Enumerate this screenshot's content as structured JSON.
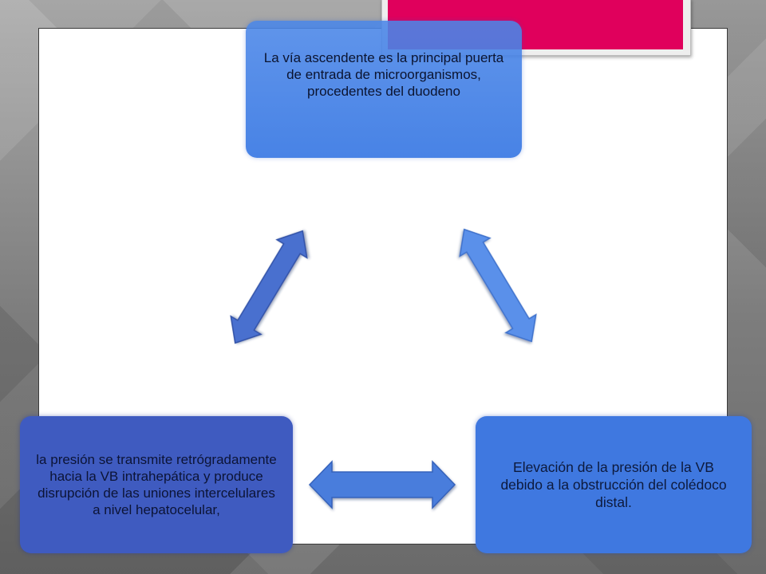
{
  "diagram": {
    "boxes": {
      "top": "La vía ascendente es la principal puerta de entrada de microorganismos, procedentes del duodeno",
      "bottom_right": "Elevación de la presión de la VB debido a la obstrucción del colédoco distal.",
      "bottom_left": "la presión se transmite retrógradamente hacia la VB intrahepática y produce disrupción de las uniones intercelulares a nivel hepatocelular,"
    },
    "colors": {
      "accent_pink": "#e0005c",
      "box_top": "#4a86e8",
      "box_left": "#3f5bc0",
      "box_right": "#3f78e0",
      "arrow_left": "#4a6fcf",
      "arrow_right": "#5a90ea",
      "arrow_bottom": "#4a7ddc"
    }
  }
}
